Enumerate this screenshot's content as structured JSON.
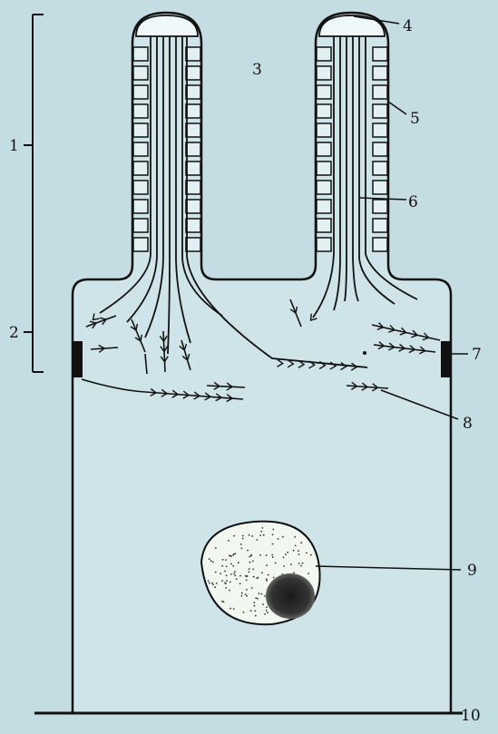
{
  "figure": {
    "background": "#c4dde2",
    "ink": "#111111",
    "cell_fill": "#e3f0f3",
    "labels": [
      "1",
      "2",
      "3",
      "4",
      "5",
      "6",
      "7",
      "8",
      "9",
      "10"
    ]
  }
}
